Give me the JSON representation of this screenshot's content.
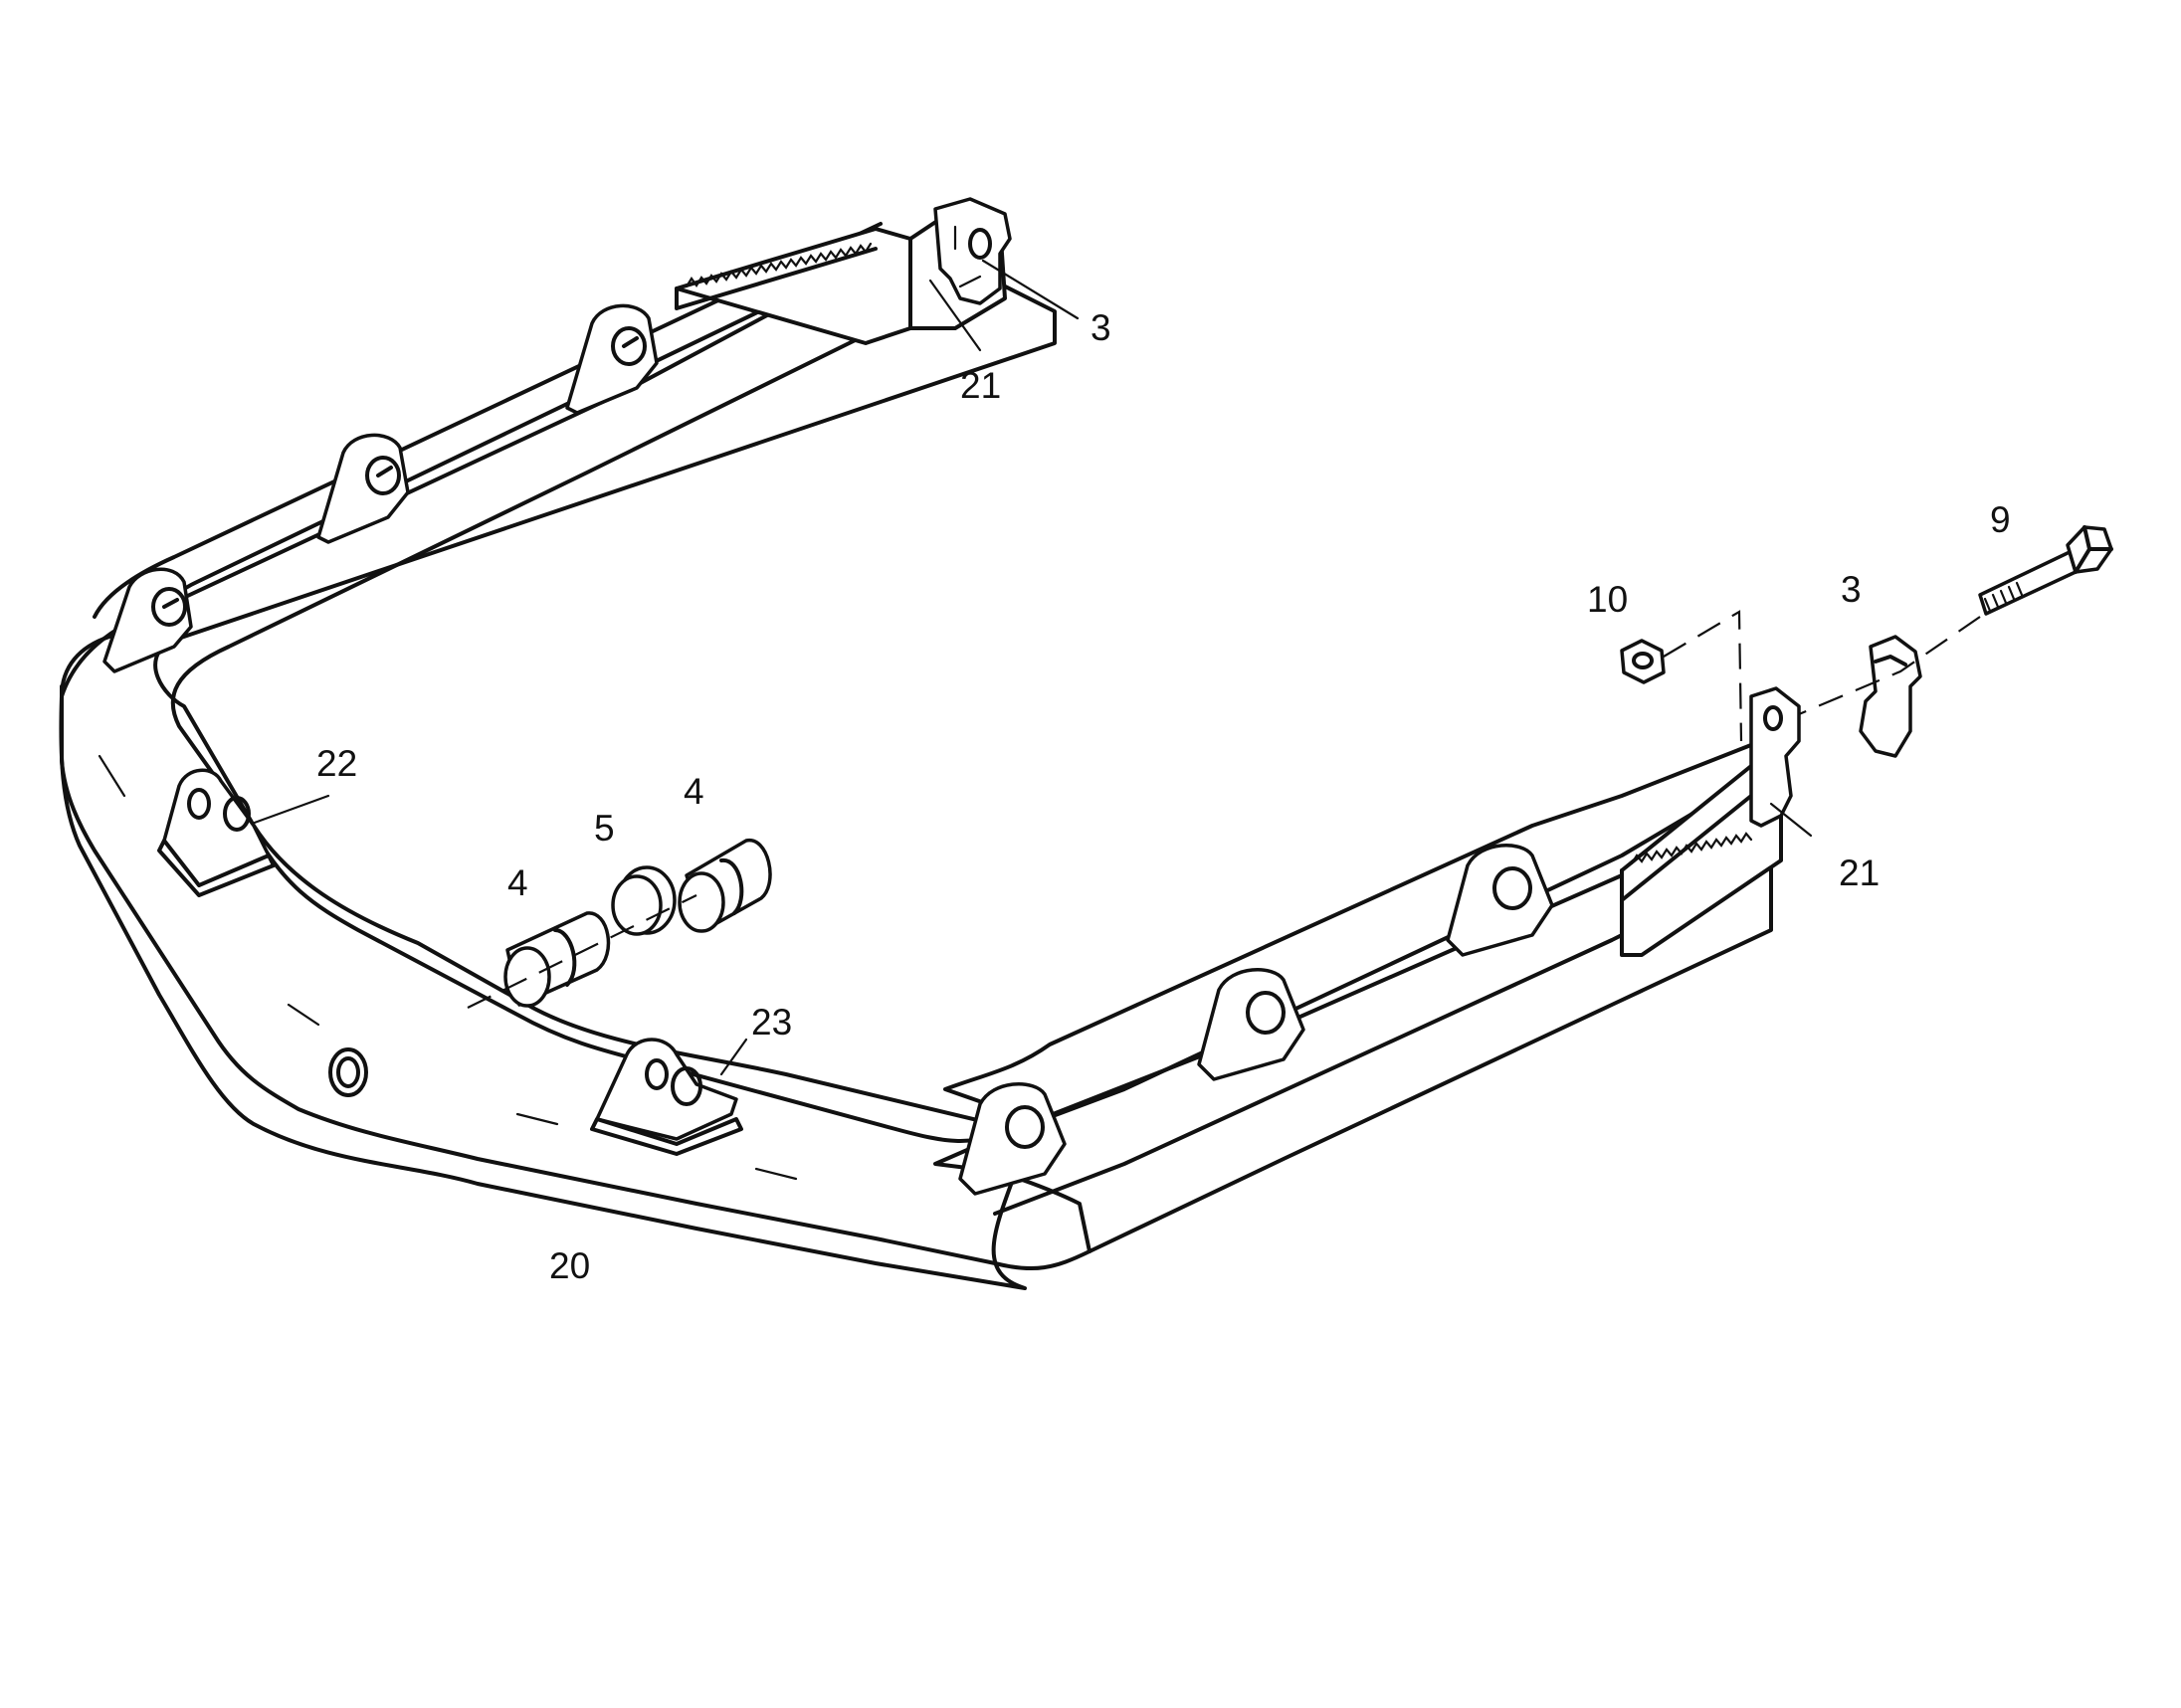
{
  "diagram": {
    "callouts": {
      "c3_top": "3",
      "c21_top": "21",
      "c9": "9",
      "c10": "10",
      "c3_right": "3",
      "c21_right": "21",
      "c22": "22",
      "c4_left": "4",
      "c5": "5",
      "c4_right": "4",
      "c23": "23",
      "c20": "20"
    }
  }
}
